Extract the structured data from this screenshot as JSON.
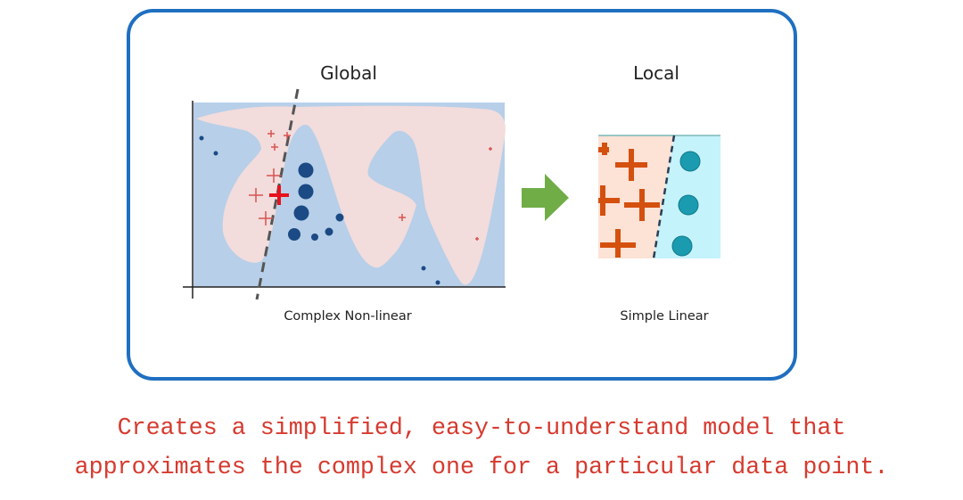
{
  "global": {
    "title": "Global",
    "caption": "Complex Non-linear"
  },
  "local": {
    "title": "Local",
    "caption": "Simple Linear"
  },
  "description": {
    "line1": "Creates a simplified, easy-to-understand model that",
    "line2": "approximates the complex one for a particular data point."
  },
  "colors": {
    "frame": "#1f6fc1",
    "global_blue_region": "#b7cfe8",
    "global_pink_region": "#f2dcdc",
    "global_dots": "#1b4a84",
    "global_plus": "#d9534f",
    "highlight_plus": "#e8111a",
    "local_pink": "#fde2d6",
    "local_blue": "#c5f3fb",
    "local_plus": "#d4500f",
    "local_dots": "#1a9bb0",
    "arrow": "#70ad47",
    "note_text": "#d63a2f"
  }
}
